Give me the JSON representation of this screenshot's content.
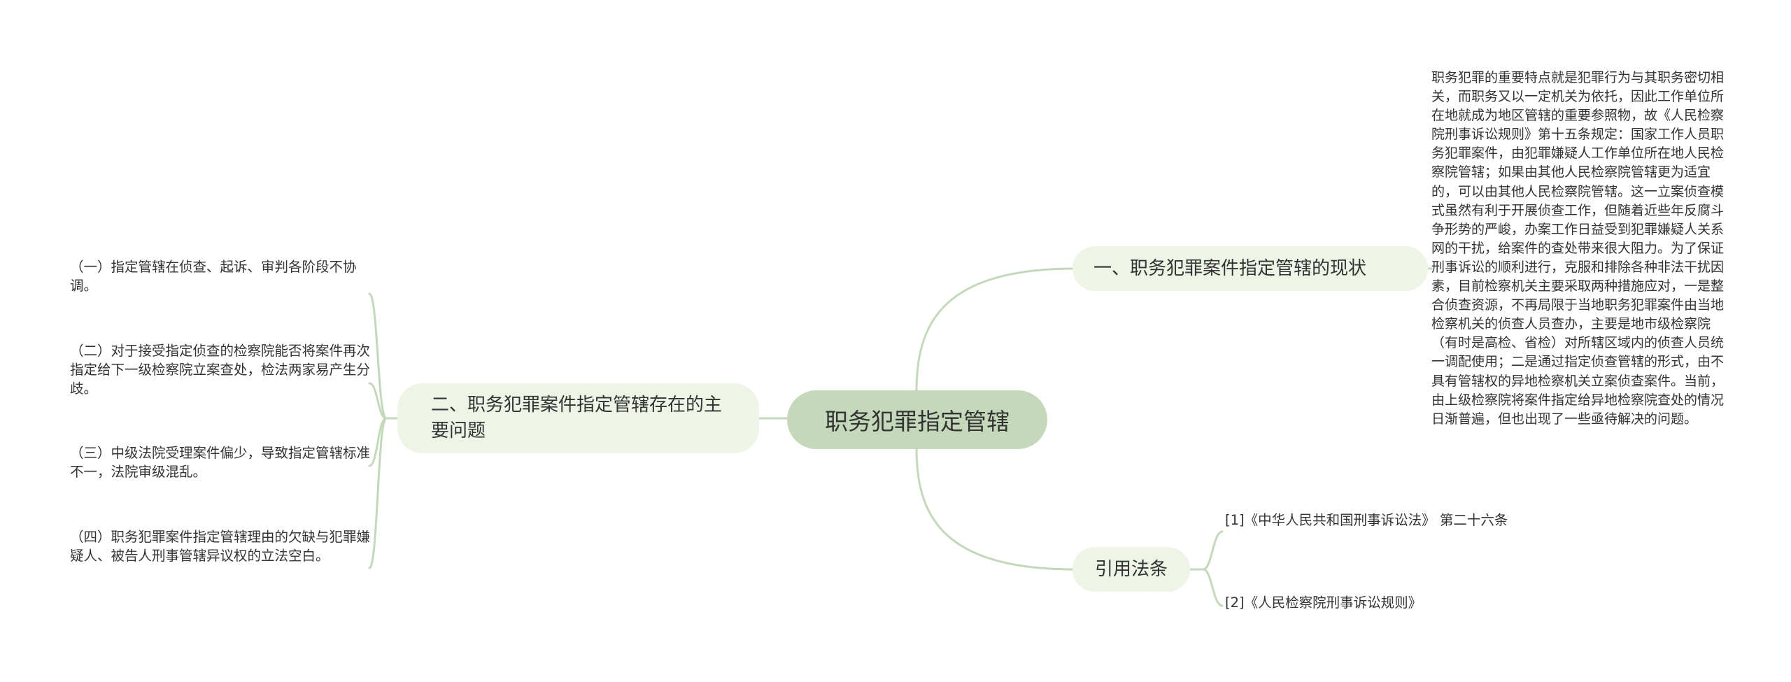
{
  "root": {
    "title": "职务犯罪指定管辖"
  },
  "branches": [
    {
      "title": "一、职务犯罪案件指定管辖的现状",
      "detail": "职务犯罪的重要特点就是犯罪行为与其职务密切相关，而职务又以一定机关为依托，因此工作单位所在地就成为地区管辖的重要参照物，故《人民检察院刑事诉讼规则》第十五条规定：国家工作人员职务犯罪案件，由犯罪嫌疑人工作单位所在地人民检察院管辖；如果由其他人民检察院管辖更为适宜的，可以由其他人民检察院管辖。这一立案侦查模式虽然有利于开展侦查工作，但随着近些年反腐斗争形势的严峻，办案工作日益受到犯罪嫌疑人关系网的干扰，给案件的查处带来很大阻力。为了保证刑事诉讼的顺利进行，克服和排除各种非法干扰因素，目前检察机关主要采取两种措施应对，一是整合侦查资源，不再局限于当地职务犯罪案件由当地检察机关的侦查人员查办，主要是地市级检察院（有时是高检、省检）对所辖区域内的侦查人员统一调配使用；二是通过指定侦查管辖的形式，由不具有管辖权的异地检察机关立案侦查案件。当前，由上级检察院将案件指定给异地检察院查处的情况日渐普遍，但也出现了一些亟待解决的问题。"
    },
    {
      "title": "二、职务犯罪案件指定管辖存在的主要问题",
      "children": [
        "（一）指定管辖在侦查、起诉、审判各阶段不协调。",
        "（二）对于接受指定侦查的检察院能否将案件再次指定给下一级检察院立案查处，检法两家易产生分歧。",
        "（三）中级法院受理案件偏少，导致指定管辖标准不一，法院审级混乱。",
        "（四）职务犯罪案件指定管辖理由的欠缺与犯罪嫌疑人、被告人刑事管辖异议权的立法空白。"
      ]
    },
    {
      "title": "引用法条",
      "children": [
        "[1]《中华人民共和国刑事诉讼法》 第二十六条",
        "[2]《人民检察院刑事诉讼规则》"
      ]
    }
  ],
  "colors": {
    "root_fill": "#c3d9b9",
    "branch_fill": "#eef4e6",
    "connector": "#c3d9b9",
    "text": "#333333"
  }
}
